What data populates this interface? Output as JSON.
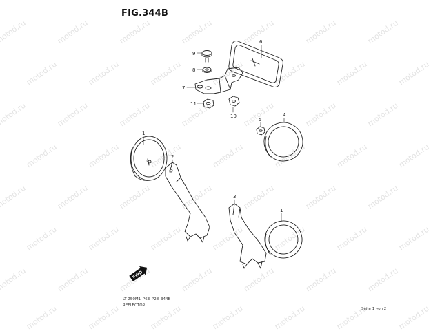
{
  "figure": {
    "title": "FIG.344B",
    "footer_code": "LT-Z50M1_P63_P28_344B",
    "footer_name": "REFLECTOR",
    "page_label": "Seite 1 von 2"
  },
  "watermark_text": "motod.ru",
  "callouts": [
    "9",
    "8",
    "7",
    "11",
    "10",
    "6",
    "5",
    "4",
    "1",
    "2",
    "3",
    "1"
  ],
  "direction_badge": "FWD",
  "colors": {
    "line": "#222222",
    "watermark": "#e3e3e3"
  }
}
